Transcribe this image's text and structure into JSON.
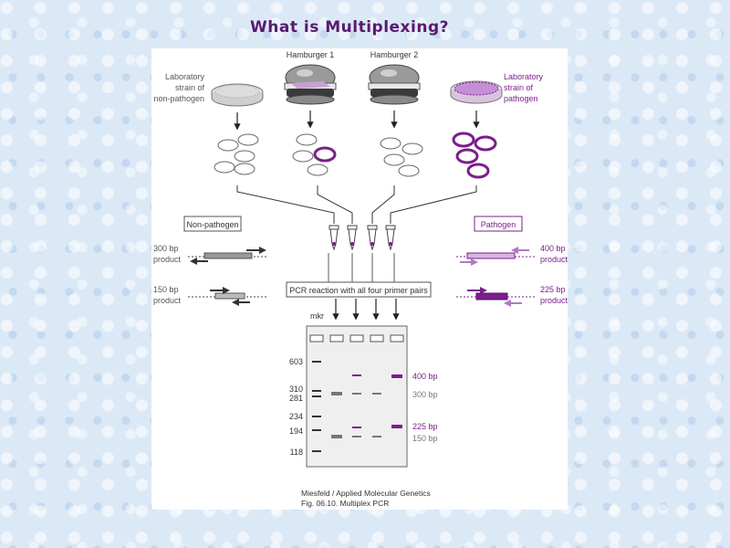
{
  "slide": {
    "title": "What is Multiplexing?"
  },
  "figure": {
    "sources": {
      "lab_nonpathogen": [
        "Laboratory",
        "strain of",
        "non-pathogen"
      ],
      "hamburger1": "Hamburger 1",
      "hamburger2": "Hamburger 2",
      "lab_pathogen": [
        "Laboratory",
        "strain of",
        "pathogen"
      ]
    },
    "boxes": {
      "nonpathogen": "Non-pathogen",
      "pathogen": "Pathogen",
      "pcr": "PCR reaction with all four primer pairs"
    },
    "products": {
      "np300": [
        "300 bp",
        "product"
      ],
      "np150": [
        "150 bp",
        "product"
      ],
      "p400": [
        "400 bp",
        "product"
      ],
      "p225": [
        "225 bp",
        "product"
      ]
    },
    "gel": {
      "mkr_label": "mkr",
      "marker_sizes": [
        "603",
        "310",
        "281",
        "234",
        "194",
        "118"
      ],
      "band_labels": [
        "400 bp",
        "300 bp",
        "225 bp",
        "150 bp"
      ]
    },
    "caption": [
      "Miesfeld / Applied Molecular Genetics",
      "Fig. 06.10.  Multiplex PCR"
    ],
    "colors": {
      "purple": "#7a1f8a",
      "gray": "#777777",
      "light_purple": "#cfa6dc"
    }
  }
}
